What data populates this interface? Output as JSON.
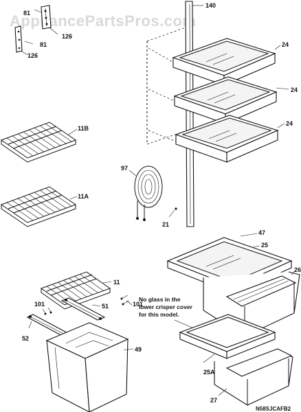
{
  "watermark": "AppliancePartsPros.com",
  "diagram_code": "N58SJCAFB2",
  "note": {
    "line1": "No glass in the",
    "line2": "lower crisper cover",
    "line3": "for this model."
  },
  "callouts": {
    "c81a": "81",
    "c81b": "81",
    "c126a": "126",
    "c126b": "126",
    "c140": "140",
    "c24a": "24",
    "c24b": "24",
    "c24c": "24",
    "c11b": "11B",
    "c11a": "11A",
    "c97": "97",
    "c21": "21",
    "c47": "47",
    "c25": "25",
    "c26": "26",
    "c11": "11",
    "c101a": "101",
    "c101b": "101",
    "c51": "51",
    "c52": "52",
    "c49": "49",
    "c25a": "25A",
    "c27": "27"
  }
}
